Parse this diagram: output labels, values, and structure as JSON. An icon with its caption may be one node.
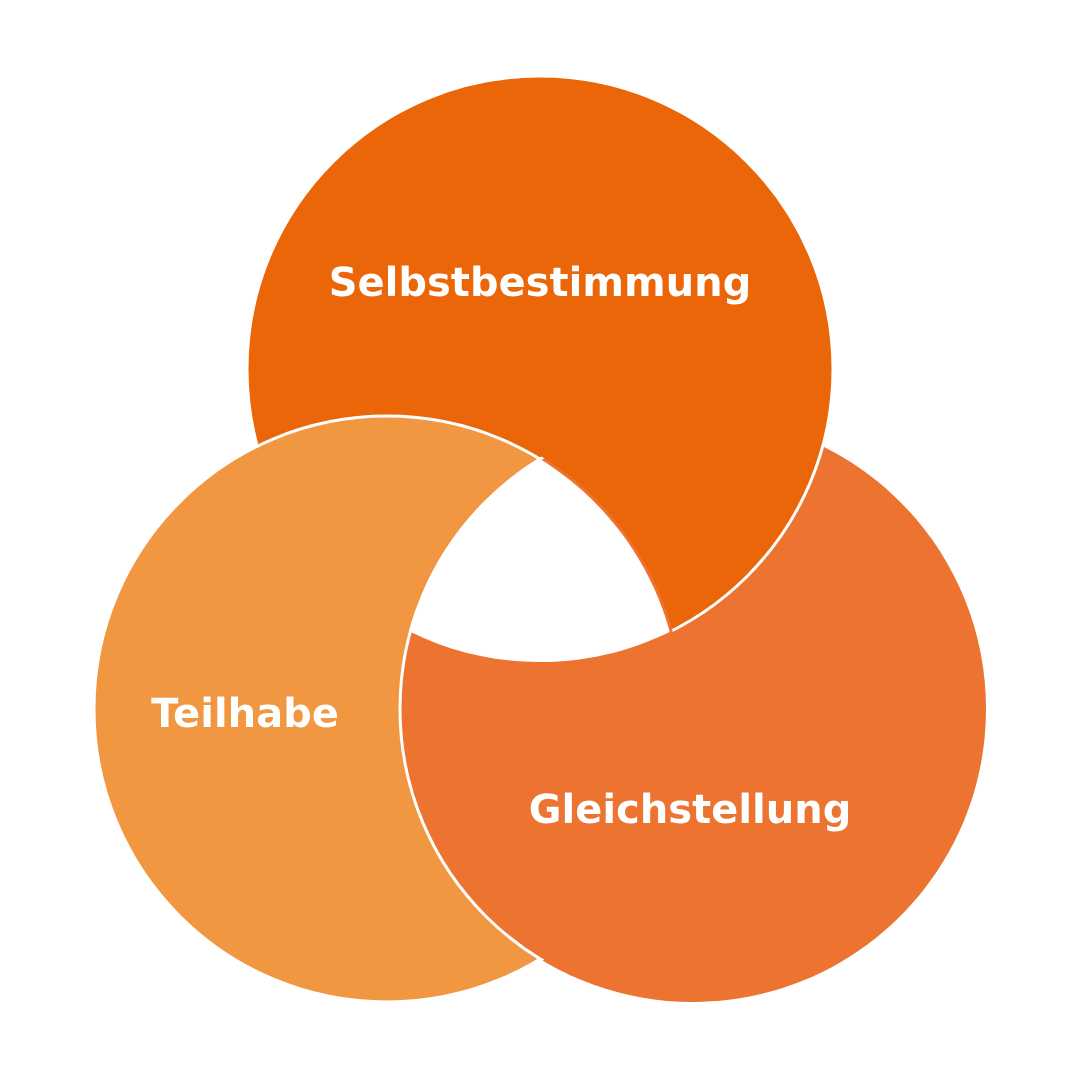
{
  "diagram": {
    "nodes": [
      {
        "text": [
          "Selbstbestimmung"
        ]
      },
      {
        "text": [
          "Teilhabe"
        ]
      },
      {
        "text": [
          "Gleichstellung"
        ]
      }
    ]
  }
}
